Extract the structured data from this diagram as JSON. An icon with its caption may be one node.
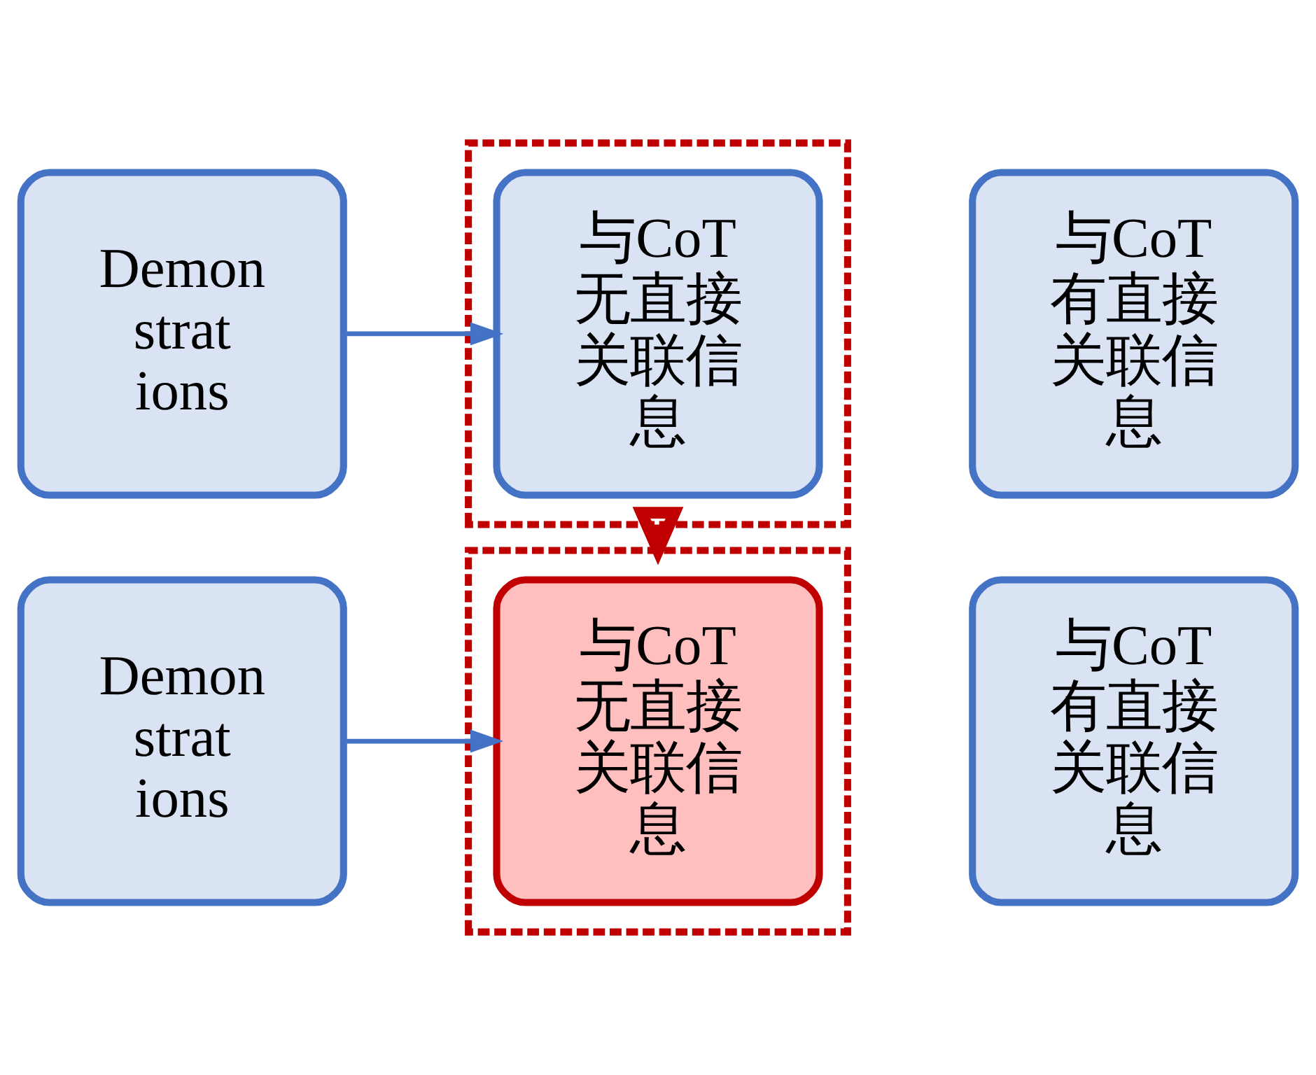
{
  "diagram": {
    "nodes": [
      {
        "text": [
          "Demonstrations"
        ]
      },
      {
        "text": [],
        "shape": "box"
      },
      {
        "text": [
          "与CoT无直接关联信息"
        ],
        "in": 1
      },
      {
        "text": [
          "与CoT有直接关联信息"
        ]
      },
      {
        "text": [
          "Demonstrations"
        ]
      },
      {
        "text": [],
        "shape": "box"
      },
      {
        "text": [
          "与CoT无直接关联信息"
        ],
        "in": 5
      },
      {
        "text": [
          "与CoT有直接关联信息"
        ]
      }
    ],
    "edges": [
      {
        "from": 0,
        "to": 2,
        "arrow": "to"
      },
      {
        "from": 1,
        "to": 5,
        "arrow": "to",
        "style": "thick",
        "color": "#c00000"
      },
      {
        "from": 4,
        "to": 6,
        "arrow": "to"
      }
    ]
  }
}
